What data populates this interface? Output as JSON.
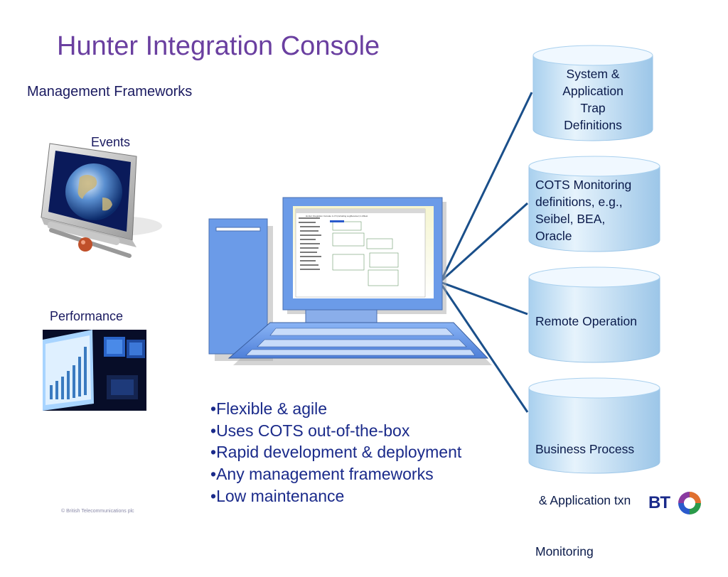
{
  "slide": {
    "title": "Hunter Integration Console",
    "subtitle": "Management Frameworks",
    "footer": "© British Telecommunications plc"
  },
  "left_panels": {
    "events_label": "Events",
    "performance_label": "Performance"
  },
  "databases": [
    {
      "lines": [
        "System &",
        "Application",
        "Trap",
        "Definitions"
      ],
      "align": "center"
    },
    {
      "lines": [
        "COTS Monitoring",
        "definitions, e.g.,",
        "Seibel, BEA,",
        "Oracle"
      ],
      "align": "left"
    },
    {
      "lines": [
        "Remote Operation"
      ],
      "align": "left"
    },
    {
      "lines": [
        "Business Process",
        " & Application txn",
        "Monitoring"
      ],
      "align": "left"
    }
  ],
  "bullets": [
    "Flexible & agile",
    "Uses COTS out-of-the-box",
    "Rapid development & deployment",
    "Any management  frameworks",
    "Low maintenance"
  ],
  "screen": {
    "window_title": "Hunter Integration Console 1.2.5 (including LogReceiver) 1.20test"
  },
  "logo": {
    "text": "BT"
  },
  "colors": {
    "title": "#6a3fa0",
    "connector": "#1a4f8a",
    "database_fill": "#cfe6f5",
    "computer": "#6b9be8"
  }
}
